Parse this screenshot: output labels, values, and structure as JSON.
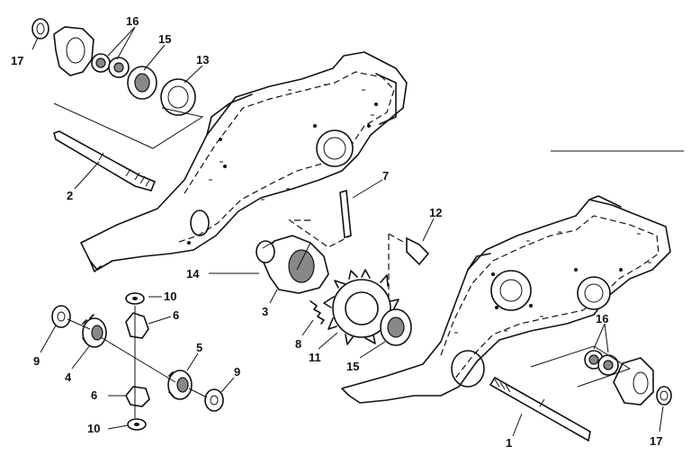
{
  "callouts": [
    {
      "id": "c17a",
      "text": "17"
    },
    {
      "id": "c16a",
      "text": "16"
    },
    {
      "id": "c15a",
      "text": "15"
    },
    {
      "id": "c13",
      "text": "13"
    },
    {
      "id": "c2",
      "text": "2"
    },
    {
      "id": "c7",
      "text": "7"
    },
    {
      "id": "c12",
      "text": "12"
    },
    {
      "id": "c14",
      "text": "14"
    },
    {
      "id": "c10a",
      "text": "10"
    },
    {
      "id": "c6a",
      "text": "6"
    },
    {
      "id": "c9a",
      "text": "9"
    },
    {
      "id": "c4",
      "text": "4"
    },
    {
      "id": "c3",
      "text": "3"
    },
    {
      "id": "c8",
      "text": "8"
    },
    {
      "id": "c11",
      "text": "11"
    },
    {
      "id": "c15b",
      "text": "15"
    },
    {
      "id": "c5",
      "text": "5"
    },
    {
      "id": "c9b",
      "text": "9"
    },
    {
      "id": "c6b",
      "text": "6"
    },
    {
      "id": "c10b",
      "text": "10"
    },
    {
      "id": "c16b",
      "text": "16"
    },
    {
      "id": "c1",
      "text": "1"
    },
    {
      "id": "c17b",
      "text": "17"
    }
  ]
}
